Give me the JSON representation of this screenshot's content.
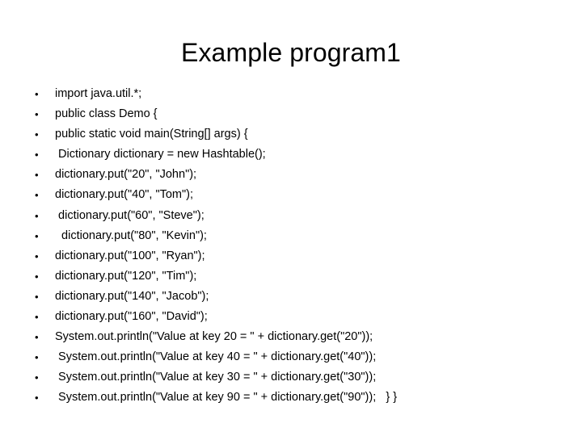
{
  "slide": {
    "title": "Example program1",
    "background_color": "#ffffff",
    "text_color": "#000000",
    "bullet_glyph": "•",
    "lines": [
      {
        "text": "import java.util.*;"
      },
      {
        "text": "public class Demo {"
      },
      {
        "text": "public static void main(String[] args) {"
      },
      {
        "text": " Dictionary dictionary = new Hashtable();"
      },
      {
        "text": "dictionary.put(\"20\", \"John\");"
      },
      {
        "text": "dictionary.put(\"40\", \"Tom\");"
      },
      {
        "text": " dictionary.put(\"60\", \"Steve\");"
      },
      {
        "text": "  dictionary.put(\"80\", \"Kevin\");"
      },
      {
        "text": "dictionary.put(\"100\", \"Ryan\");"
      },
      {
        "text": "dictionary.put(\"120\", \"Tim\");"
      },
      {
        "text": "dictionary.put(\"140\", \"Jacob\");"
      },
      {
        "text": "dictionary.put(\"160\", \"David\");"
      },
      {
        "text": "System.out.println(\"Value at key 20 = \" + dictionary.get(\"20\"));"
      },
      {
        "text": " System.out.println(\"Value at key 40 = \" + dictionary.get(\"40\"));"
      },
      {
        "text": " System.out.println(\"Value at key 30 = \" + dictionary.get(\"30\"));"
      },
      {
        "text": " System.out.println(\"Value at key 90 = \" + dictionary.get(\"90\"));   } }"
      }
    ]
  }
}
